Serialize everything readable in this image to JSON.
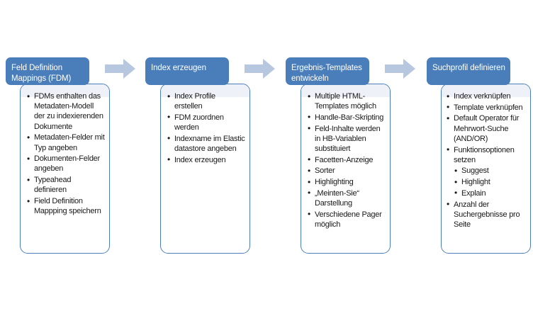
{
  "diagram": {
    "title_semantic": "search-pipeline-stages",
    "accent_color": "#4a7ebb",
    "arrow_color": "#b8c7e0",
    "body_shade_color": "#eef1f7",
    "header_text_color": "#ffffff"
  },
  "stages": [
    {
      "id": "fdm",
      "header": "Feld Definition Mappings (FDM)",
      "bullets": [
        {
          "text": "FDMs enthalten das Metadaten-Modell der zu indexierenden Dokumente",
          "level": 1
        },
        {
          "text": "Metadaten-Felder mit Typ angeben",
          "level": 1
        },
        {
          "text": "Dokumenten-Felder angeben",
          "level": 1
        },
        {
          "text": "Typeahead definieren",
          "level": 1
        },
        {
          "text": "Field Definition Mappping speichern",
          "level": 1
        }
      ]
    },
    {
      "id": "index",
      "header": "Index erzeugen",
      "bullets": [
        {
          "text": "Index Profile erstellen",
          "level": 1
        },
        {
          "text": "FDM zuordnen werden",
          "level": 1
        },
        {
          "text": "Indexname im Elastic datastore angeben",
          "level": 1
        },
        {
          "text": "Index erzeugen",
          "level": 1
        }
      ]
    },
    {
      "id": "templates",
      "header": "Ergebnis-Templates entwickeln",
      "bullets": [
        {
          "text": "Multiple HTML-Templates möglich",
          "level": 1
        },
        {
          "text": "Handle-Bar-Skripting",
          "level": 1
        },
        {
          "text": "Feld-Inhalte werden in HB-Variablen substituiert",
          "level": 1
        },
        {
          "text": "Facetten-Anzeige",
          "level": 1
        },
        {
          "text": "Sorter",
          "level": 1
        },
        {
          "text": "Highlighting",
          "level": 1
        },
        {
          "text": "„Meinten-Sie“ Darstellung",
          "level": 1
        },
        {
          "text": "Verschiedene Pager möglich",
          "level": 1
        }
      ]
    },
    {
      "id": "searchprofile",
      "header": "Suchprofil definieren",
      "bullets": [
        {
          "text": "Index verknüpfen",
          "level": 1
        },
        {
          "text": "Template verknüpfen",
          "level": 1
        },
        {
          "text": "Default Operator für Mehrwort-Suche (AND/OR)",
          "level": 1
        },
        {
          "text": "Funktionsoptionen setzen",
          "level": 1
        },
        {
          "text": "Suggest",
          "level": 2
        },
        {
          "text": "Highlight",
          "level": 2
        },
        {
          "text": "Explain",
          "level": 2
        },
        {
          "text": "Anzahl der Suchergebnisse pro Seite",
          "level": 1
        }
      ]
    }
  ],
  "arrows": [
    {
      "id": "arrow-fdm-to-index",
      "name": "flow-arrow-right"
    },
    {
      "id": "arrow-index-to-templates",
      "name": "flow-arrow-right"
    },
    {
      "id": "arrow-templates-to-searchprofile",
      "name": "flow-arrow-right"
    }
  ]
}
